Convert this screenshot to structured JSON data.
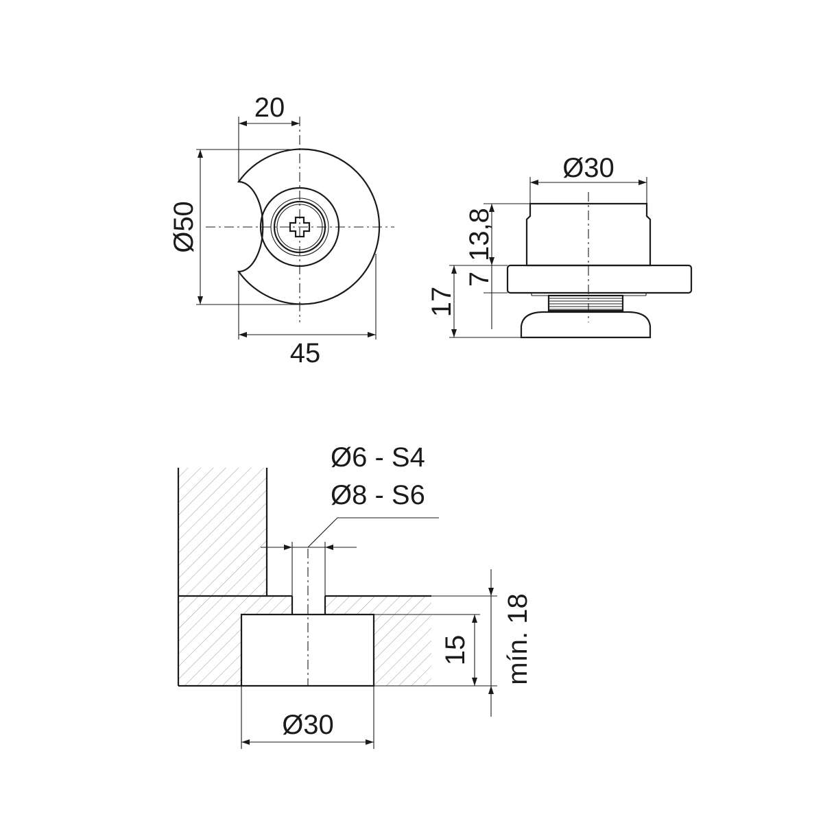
{
  "front_view": {
    "dim_width_top": "20",
    "dim_diameter": "Ø50",
    "dim_width_bottom": "45"
  },
  "side_view": {
    "dim_diameter": "Ø30",
    "dim_height_upper": "13,8",
    "dim_height_flange": "7",
    "dim_height_total": "17"
  },
  "section_view": {
    "hole_label_1": "Ø6 - S4",
    "hole_label_2": "Ø8 - S6",
    "dim_bore_diameter": "Ø30",
    "dim_bore_depth": "15",
    "dim_min_thickness": "mín. 18"
  },
  "colors": {
    "line": "#1a1a1a",
    "hatch": "#9a9a9a",
    "background": "#ffffff"
  }
}
